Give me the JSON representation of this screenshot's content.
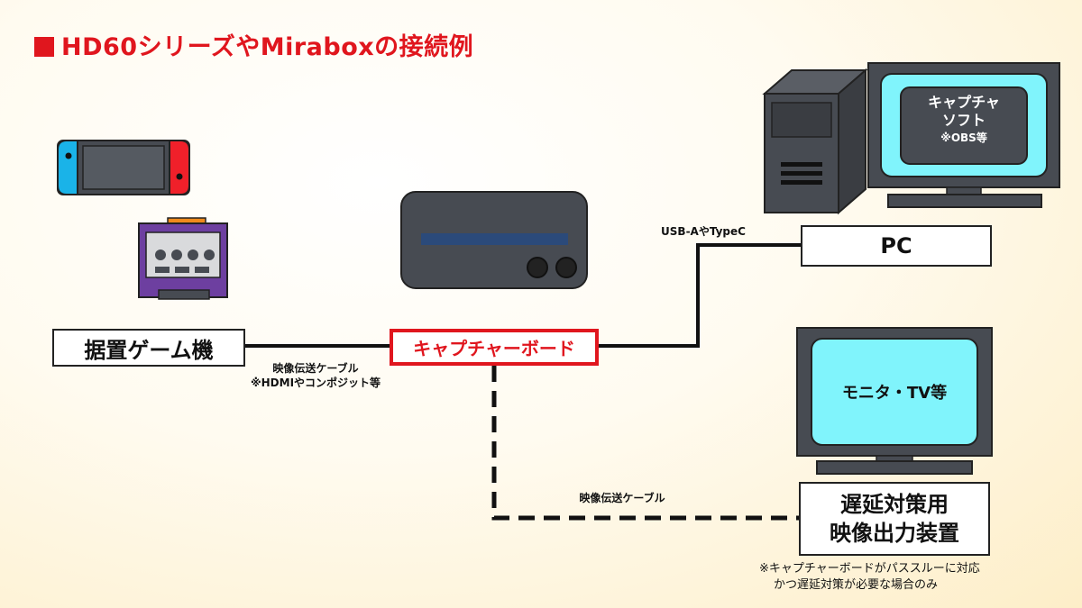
{
  "title": "HD60シリーズやMiraboxの接続例",
  "nodes": {
    "console": "据置ゲーム機",
    "capture_board": "キャプチャーボード",
    "pc": "PC",
    "monitor_screen": "モニタ・TV等",
    "pc_screen_line1": "キャプチャ",
    "pc_screen_line2": "ソフト",
    "pc_screen_line3": "※OBS等",
    "output_line1": "遅延対策用",
    "output_line2": "映像出力装置"
  },
  "edges": {
    "console_to_board_line1": "映像伝送ケーブル",
    "console_to_board_line2": "※HDMIやコンポジット等",
    "board_to_pc": "USB-AやTypeC",
    "board_to_output": "映像伝送ケーブル"
  },
  "footnote": {
    "line1": "※キャプチャーボードがパススルーに対応",
    "line2": "かつ遅延対策が必要な場合のみ"
  },
  "colors": {
    "accent_red": "#e0161e",
    "screen_cyan": "#80f4fc",
    "device_gray": "#474b52",
    "stripe_blue": "#2b4a7a"
  }
}
